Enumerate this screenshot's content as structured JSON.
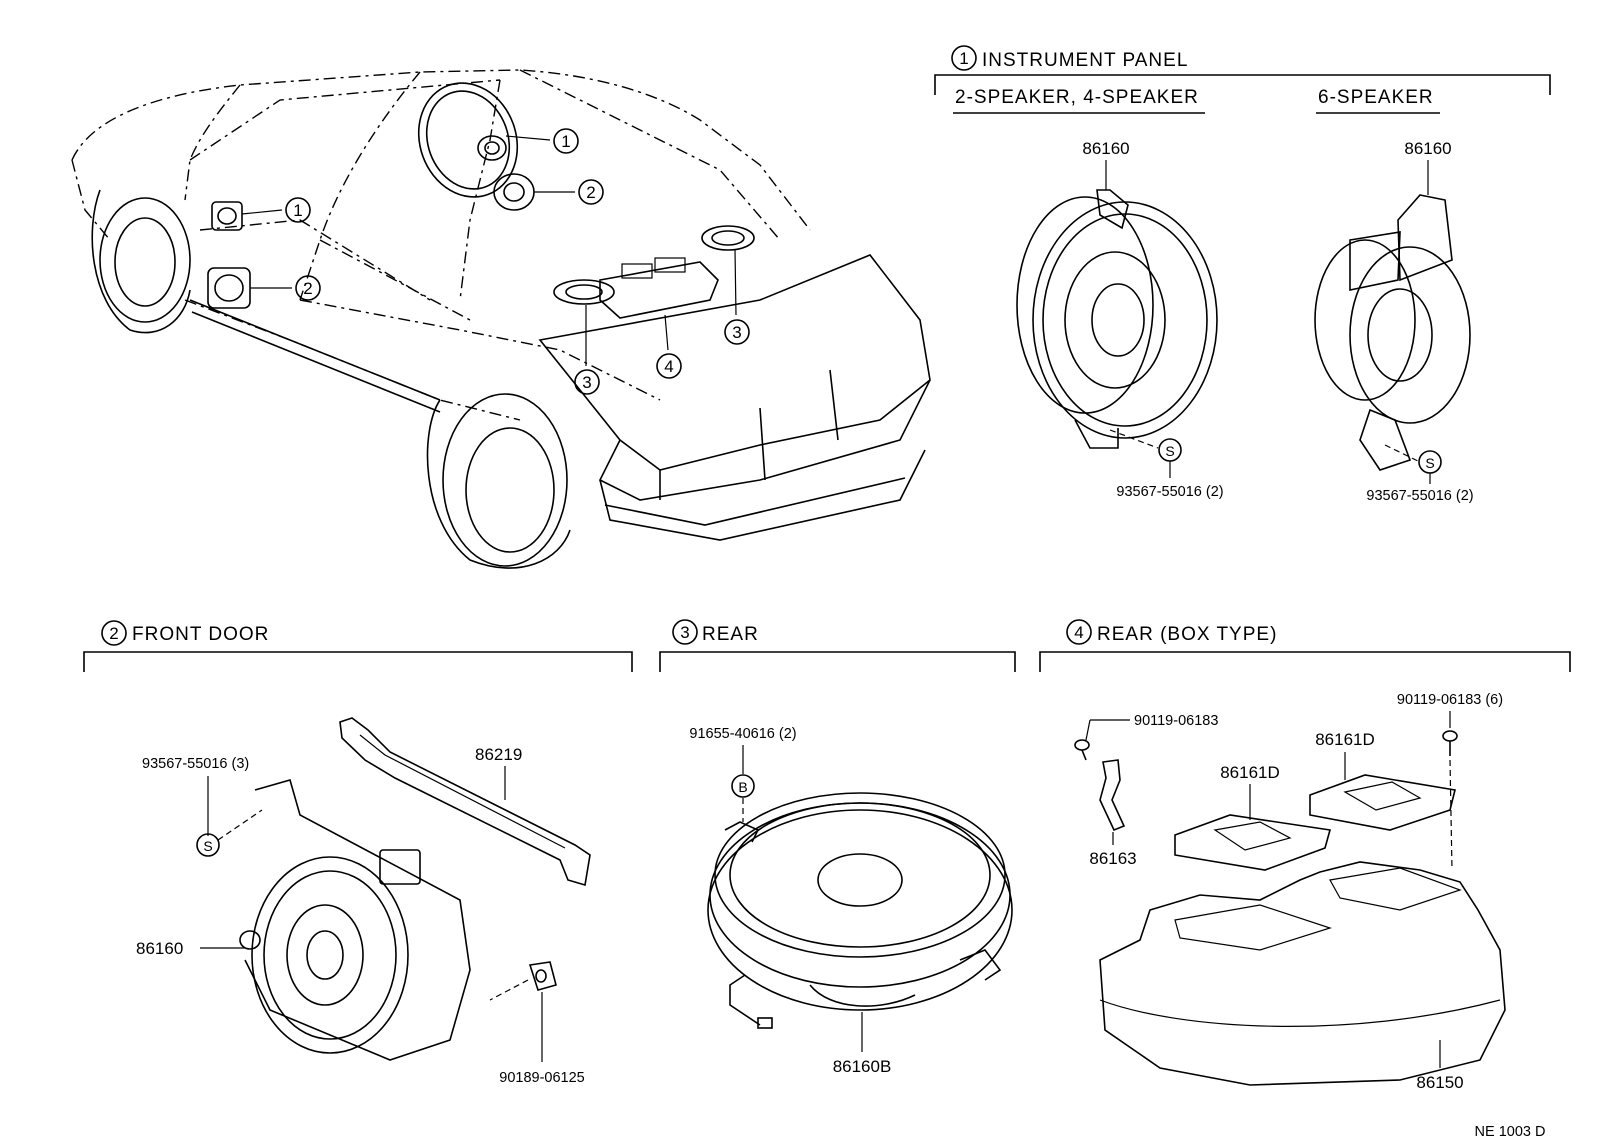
{
  "sections": {
    "instrument_panel": {
      "number": "1",
      "title": "INSTRUMENT PANEL",
      "variants": [
        {
          "label": "2-SPEAKER, 4-SPEAKER"
        },
        {
          "label": "6-SPEAKER"
        }
      ]
    },
    "front_door": {
      "number": "2",
      "title": "FRONT DOOR"
    },
    "rear": {
      "number": "3",
      "title": "REAR"
    },
    "rear_box": {
      "number": "4",
      "title": "REAR (BOX TYPE)"
    }
  },
  "car_callouts": [
    "1",
    "2",
    "1",
    "2",
    "3",
    "4",
    "3"
  ],
  "parts": {
    "ip_2_4_speaker": "86160",
    "ip_2_4_screw": "93567-55016 (2)",
    "ip_6_speaker": "86160",
    "ip_6_screw": "93567-55016 (2)",
    "fd_screw": "93567-55016 (3)",
    "fd_bracket": "86219",
    "fd_speaker": "86160",
    "fd_clip": "90189-06125",
    "rear_screw": "91655-40616 (2)",
    "rear_speaker": "86160B",
    "box_screw_single": "90119-06183",
    "box_screw_multi": "90119-06183 (6)",
    "box_bracket": "86163",
    "box_plate_a": "86161D",
    "box_plate_b": "86161D",
    "box_housing": "86150"
  },
  "symbols": {
    "screw_s": "S",
    "screw_b": "B"
  },
  "footer_code": "NE 1003 D"
}
